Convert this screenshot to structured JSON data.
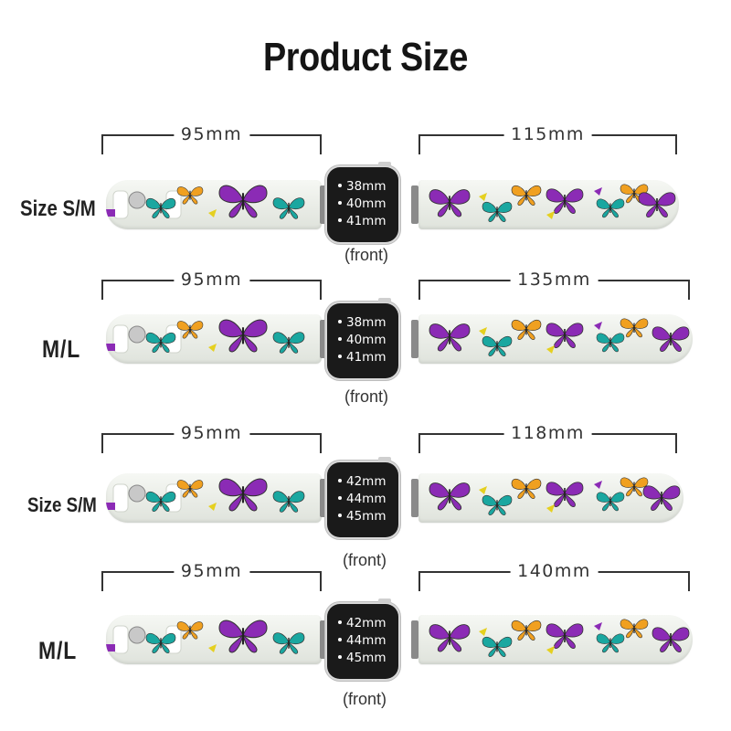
{
  "title": "Product Size",
  "rows": [
    {
      "size_label": "Size S/M",
      "left_length": "95mm",
      "right_length": "115mm",
      "case_sizes": [
        "38mm",
        "40mm",
        "41mm"
      ],
      "view_label": "(front)"
    },
    {
      "size_label": "M/L",
      "left_length": "95mm",
      "right_length": "135mm",
      "case_sizes": [
        "38mm",
        "40mm",
        "41mm"
      ],
      "view_label": "(front)"
    },
    {
      "size_label": "Size S/M",
      "left_length": "95mm",
      "right_length": "118mm",
      "case_sizes": [
        "42mm",
        "44mm",
        "45mm"
      ],
      "view_label": "(front)"
    },
    {
      "size_label": "M/L",
      "left_length": "95mm",
      "right_length": "140mm",
      "case_sizes": [
        "42mm",
        "44mm",
        "45mm"
      ],
      "view_label": "(front)"
    }
  ],
  "colors": {
    "butterfly_purple": "#8b2bb5",
    "butterfly_blue": "#1aa7a0",
    "butterfly_orange": "#f0a020",
    "strap": "#eef0ec",
    "watch_screen": "#1a1a1a"
  },
  "icons": [
    "butterfly-icon",
    "buckle-icon",
    "bullet-dot-icon"
  ]
}
